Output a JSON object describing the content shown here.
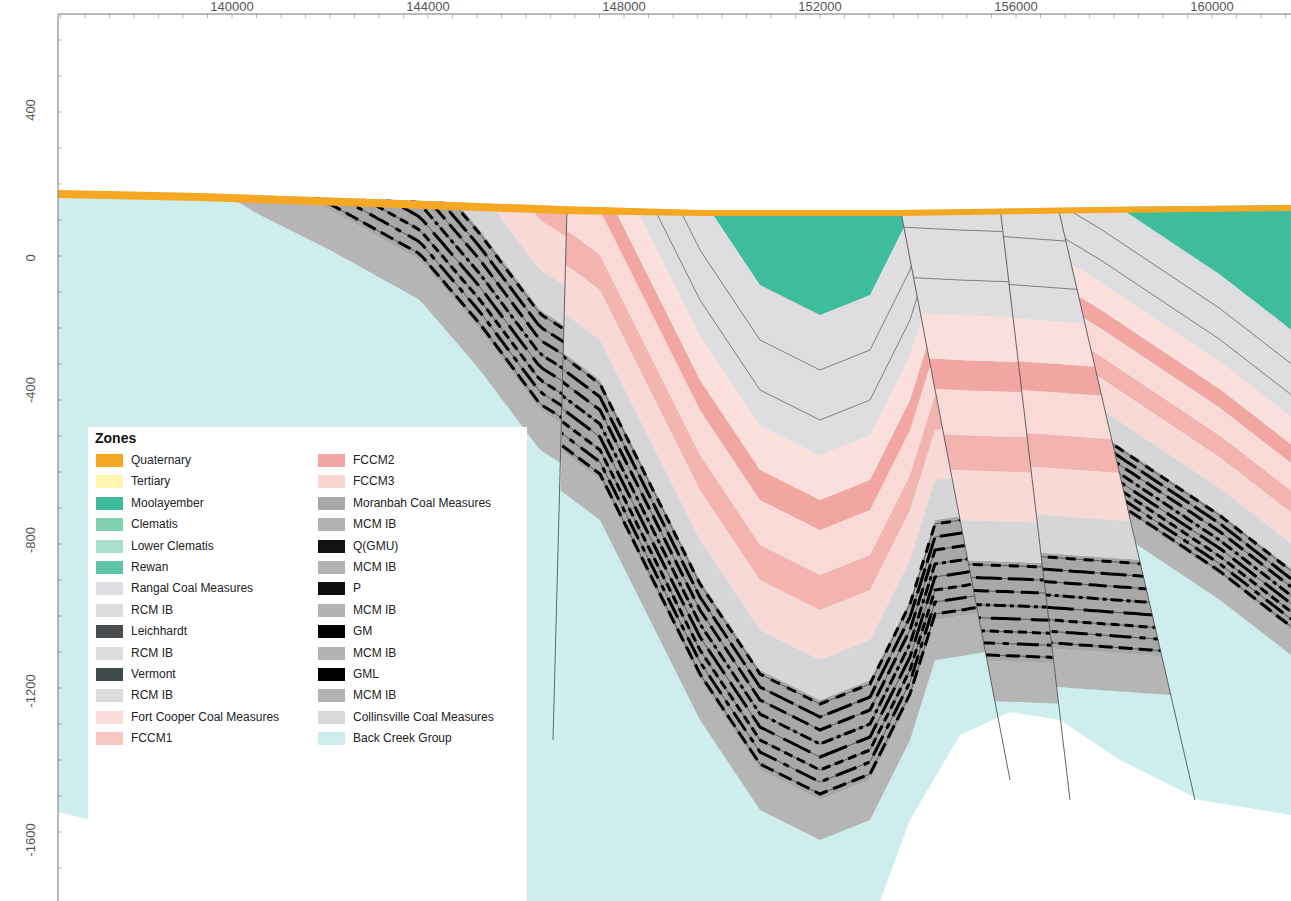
{
  "diagram": {
    "labels": [
      "140000",
      "144000",
      "148000",
      "152000",
      "156000",
      "160000",
      "400",
      "0",
      "-400",
      "-800",
      "-1200",
      "-1600",
      "Zones"
    ],
    "legend": [
      {
        "text": "Quaternary",
        "color": "#f7a823"
      },
      {
        "text": "Tertiary",
        "color": "#fdf5b0"
      },
      {
        "text": "Moolayember",
        "color": "#3dbb9d"
      },
      {
        "text": "Clematis",
        "color": "#7fd1b2"
      },
      {
        "text": "Lower Clematis",
        "color": "#a9e0cb"
      },
      {
        "text": "Rewan",
        "color": "#5ec5a8"
      },
      {
        "text": "Rangal Coal Measures",
        "color": "#dedee2"
      },
      {
        "text": "RCM IB",
        "color": "#dcdcdf"
      },
      {
        "text": "Leichhardt",
        "color": "#4a4d4f"
      },
      {
        "text": "RCM IB",
        "color": "#dcdcdf"
      },
      {
        "text": "Vermont",
        "color": "#3f4a4b"
      },
      {
        "text": "RCM IB",
        "color": "#dcdcdf"
      },
      {
        "text": "Fort Cooper Coal Measures",
        "color": "#fadcda"
      },
      {
        "text": "FCCM1",
        "color": "#f6c6c3"
      },
      {
        "text": "FCCM2",
        "color": "#f2a7a4"
      },
      {
        "text": "FCCM3",
        "color": "#f9d6d3"
      },
      {
        "text": "Moranbah Coal Measures",
        "color": "#a9a9a9"
      },
      {
        "text": "MCM IB",
        "color": "#b3b3b3"
      },
      {
        "text": "Q(GMU)",
        "color": "#111111"
      },
      {
        "text": "MCM IB",
        "color": "#b3b3b3"
      },
      {
        "text": "P",
        "color": "#0d0d0d"
      },
      {
        "text": "MCM IB",
        "color": "#b3b3b3"
      },
      {
        "text": "GM",
        "color": "#000000"
      },
      {
        "text": "MCM IB",
        "color": "#b3b3b3"
      },
      {
        "text": "GML",
        "color": "#000000"
      },
      {
        "text": "MCM IB",
        "color": "#b3b3b3"
      },
      {
        "text": "Collinsville Coal Measures",
        "color": "#d9d9dc"
      },
      {
        "text": "Back Creek Group",
        "color": "#cdeeed"
      }
    ]
  }
}
